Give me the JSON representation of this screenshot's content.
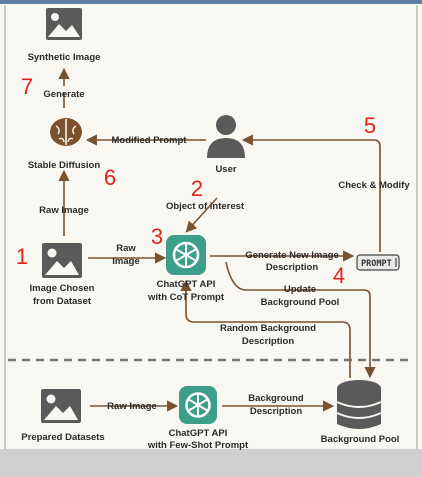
{
  "colors": {
    "arrow": "#7a5230",
    "bg": "#f8f7f1",
    "icon": "#5a5a5a",
    "accent_red": "#e0231b",
    "dash": "#777777",
    "bottom_bar": "#cfcfcf"
  },
  "nodes": {
    "synthetic_image": "Synthetic Image",
    "stable_diffusion": "Stable Diffusion",
    "user": "User",
    "image_from_dataset": [
      "Image Chosen",
      "from Dataset"
    ],
    "chatgpt_cot": [
      "ChatGPT API",
      "with CoT Prompt"
    ],
    "prompt_box": "PROMPT",
    "prepared_datasets": "Prepared Datasets",
    "chatgpt_fewshot": [
      "ChatGPT API",
      "with Few-Shot Prompt"
    ],
    "background_pool": "Background Pool"
  },
  "edges": {
    "generate": "Generate",
    "modified_prompt": "Modified Prompt",
    "raw_image_up": "Raw Image",
    "raw_image_right": [
      "Raw",
      "Image"
    ],
    "object_of_interest": "Object of interest",
    "generate_new_desc": [
      "Generate New Image",
      "Description"
    ],
    "check_modify": "Check & Modify",
    "update_pool": [
      "Update",
      "Background Pool"
    ],
    "random_bg_desc": [
      "Random Background",
      "Description"
    ],
    "raw_image_bottom": "Raw Image",
    "background_desc": [
      "Background",
      "Description"
    ]
  },
  "steps": [
    "1",
    "2",
    "3",
    "4",
    "5",
    "6",
    "7"
  ],
  "icons": [
    "image-icon",
    "brain-icon",
    "user-icon",
    "openai-icon",
    "prompt-icon",
    "database-icon"
  ]
}
